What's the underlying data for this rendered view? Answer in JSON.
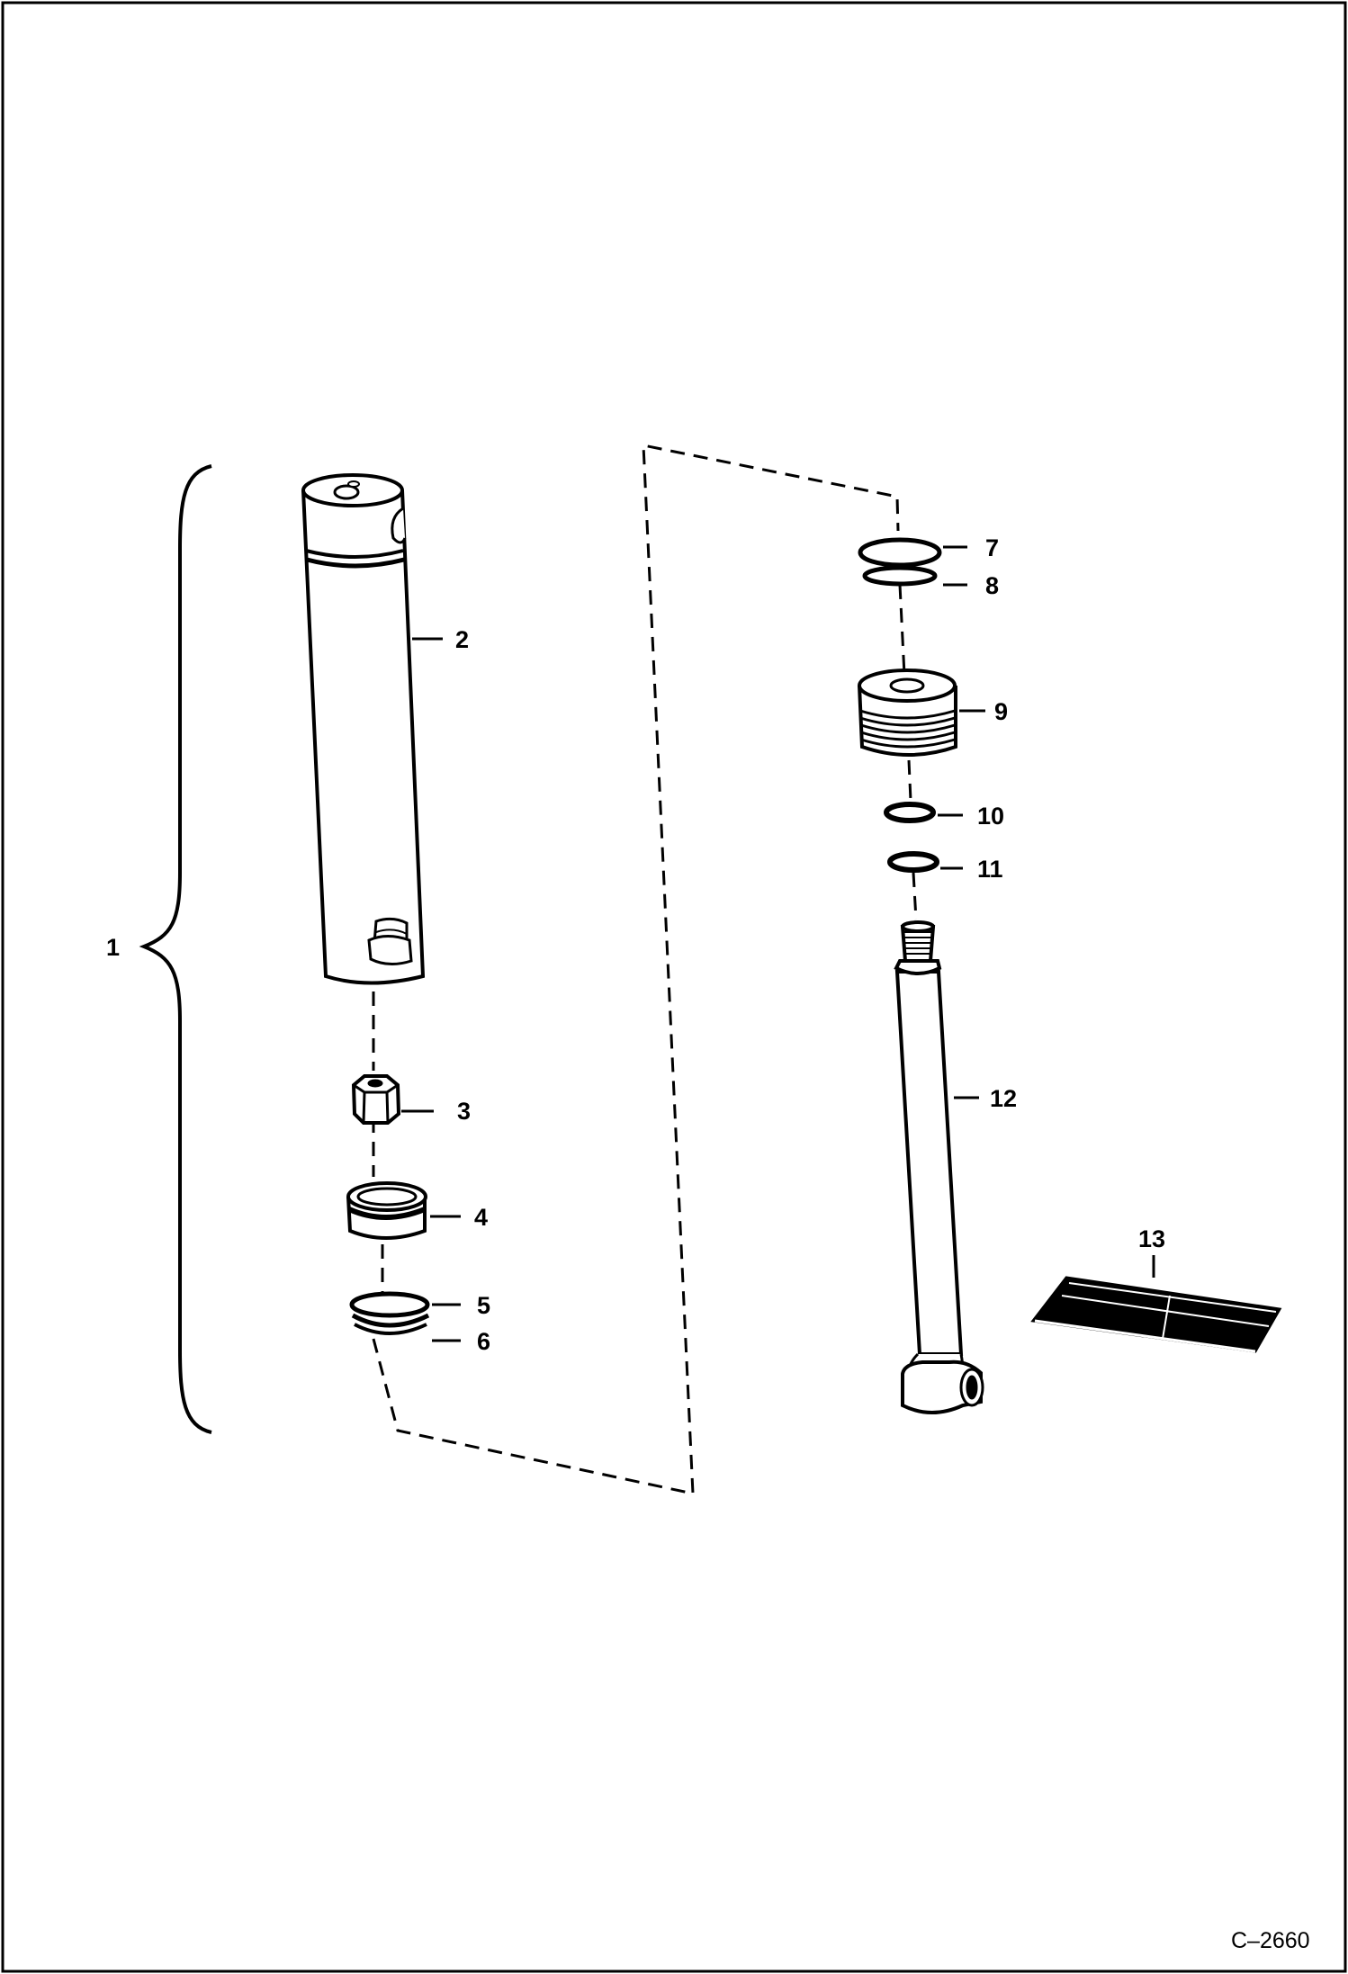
{
  "figure_code": "C–2660",
  "callouts": [
    {
      "id": "1",
      "label": "1"
    },
    {
      "id": "2",
      "label": "2"
    },
    {
      "id": "3",
      "label": "3"
    },
    {
      "id": "4",
      "label": "4"
    },
    {
      "id": "5",
      "label": "5"
    },
    {
      "id": "6",
      "label": "6"
    },
    {
      "id": "7",
      "label": "7"
    },
    {
      "id": "8",
      "label": "8"
    },
    {
      "id": "9",
      "label": "9"
    },
    {
      "id": "10",
      "label": "10"
    },
    {
      "id": "11",
      "label": "11"
    },
    {
      "id": "12",
      "label": "12"
    },
    {
      "id": "13",
      "label": "13"
    }
  ]
}
